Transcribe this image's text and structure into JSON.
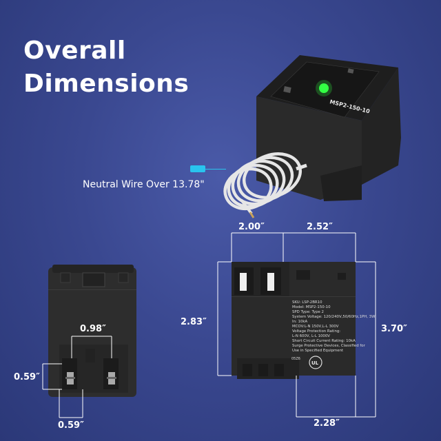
{
  "title_line1": "Overall",
  "title_line2": "Dimensions",
  "wire_label": "Neutral Wire Over 13.78\"",
  "device_top_model": "MSP2-150-10",
  "dimensions": {
    "top_left_width": "2.00″",
    "top_right_width": "2.52″",
    "left_height": "2.83″",
    "right_height": "3.70″",
    "bottom_width": "2.28″",
    "terminal_spacing": "0.98″",
    "terminal_height": "0.59″",
    "terminal_width": "0.59″"
  },
  "side_label": {
    "line1": "SKU: LSP-2BR10",
    "line2": "Model: MSP2-150-10",
    "line3": "SPD Type: Type 2",
    "line4": "System Voltage: 120/240V,50/60Hz,1PH, 3W",
    "line5": "In: 10kA",
    "line6": "MCOV:L-N 150V,L-L 300V",
    "line7": "Voltage Protection Rating:",
    "line8": "L-N 600V, L-L 1000V",
    "line9": "Short Circuit Current Rating: 10kA",
    "line10": "Surge Protective Devices, Classified for",
    "line11": "Use in Specified Equipment",
    "code": "05Z6"
  },
  "colors": {
    "accent": "#29c4ee",
    "led": "#33ff44",
    "device": "#2c2c2c"
  }
}
